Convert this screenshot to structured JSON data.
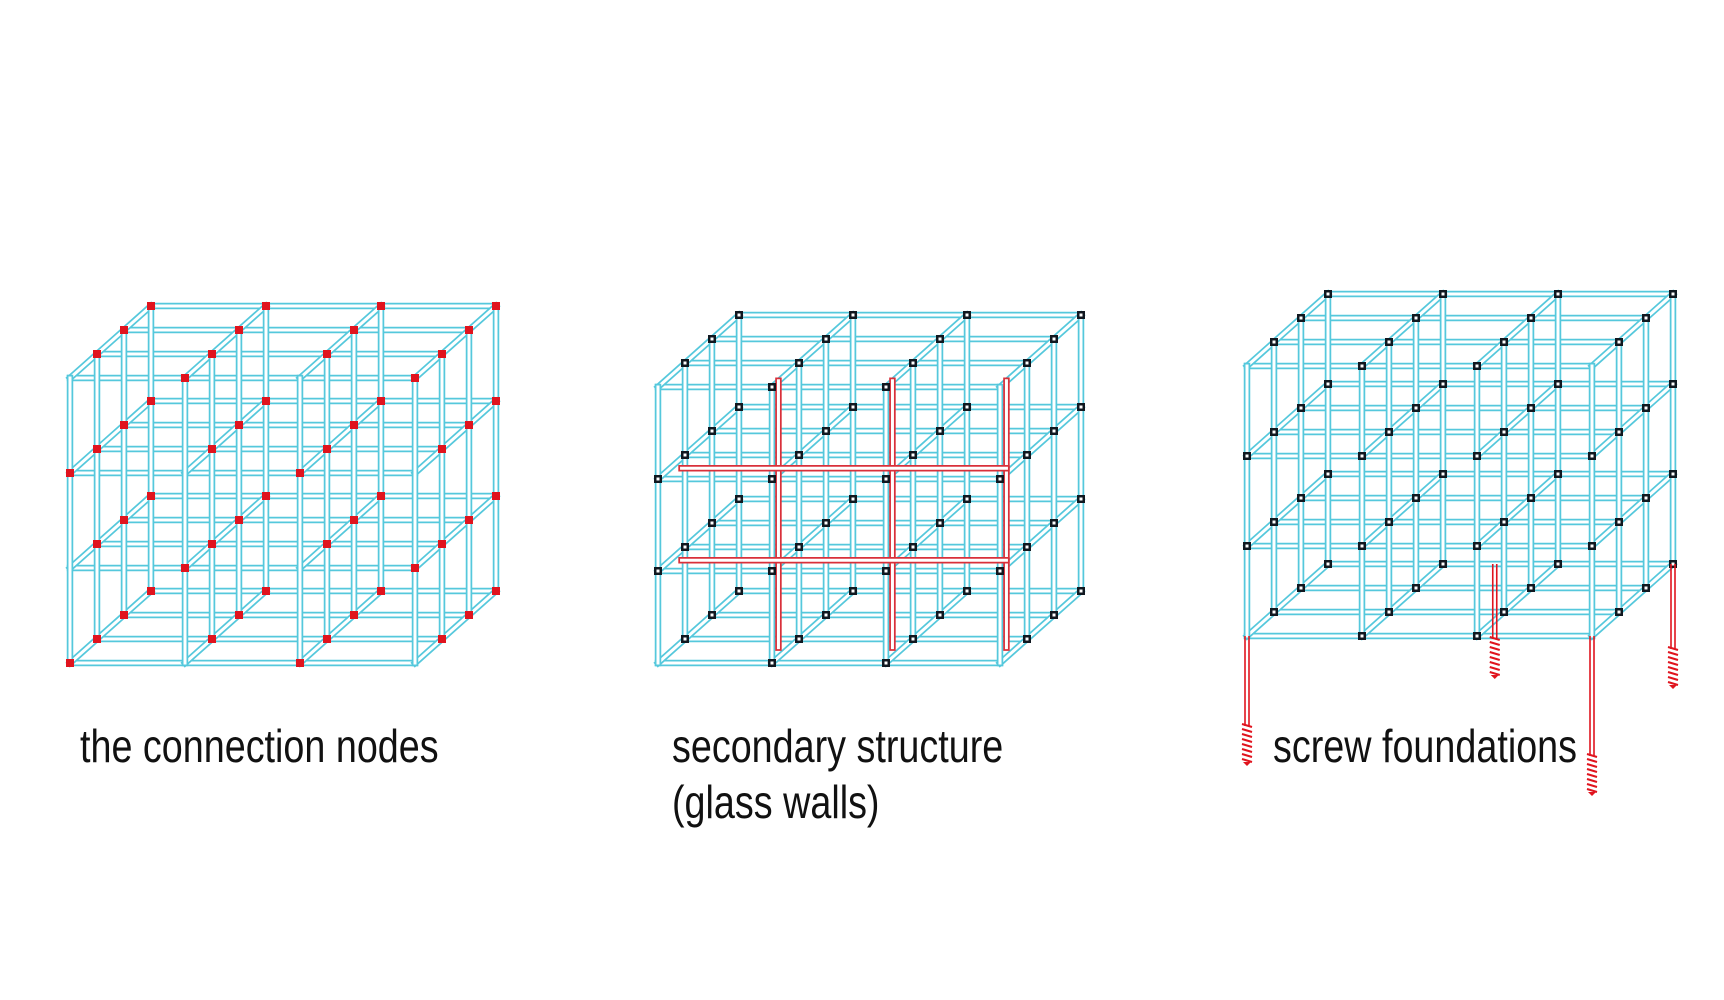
{
  "panels": [
    {
      "caption_lines": [
        "the connection nodes"
      ],
      "highlight": "nodes",
      "highlight_color": "#e0141e"
    },
    {
      "caption_lines": [
        "secondary structure",
        "(glass walls)"
      ],
      "highlight": "secondary",
      "highlight_color": "#d9303a"
    },
    {
      "caption_lines": [
        "screw foundations"
      ],
      "highlight": "screws",
      "highlight_color": "#e0141e"
    }
  ],
  "colors": {
    "frame": "#55c8dc",
    "node_black": "#101820",
    "accent_red": "#e0141e",
    "text": "#111111"
  }
}
